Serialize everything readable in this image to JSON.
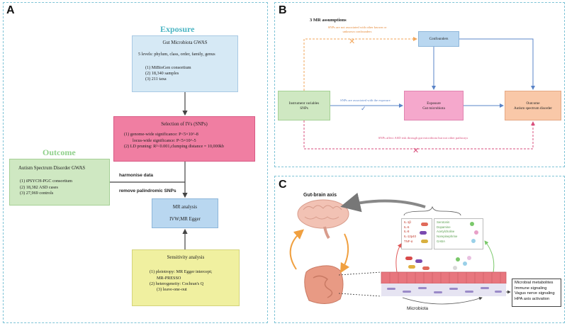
{
  "panels": {
    "a": "A",
    "b": "B",
    "c": "C"
  },
  "a": {
    "exposure_title": "Exposure",
    "gut": {
      "title": "Gut Microbiota GWAS",
      "levels": "5 levels: phylum, class, order, family, genus",
      "items": [
        "(1) MiBioGen consortium",
        "(2) 18,340 samples",
        "(3) 211 taxa"
      ]
    },
    "selection": {
      "title": "Selection of IVs (SNPs)",
      "items": [
        "(1) genome-wide significance: P<5×10^-8",
        "locus-wide significance: P<5×10^-5",
        "(2) LD pruning: R²<0.001,clumping distance = 10,000kb"
      ]
    },
    "outcome_title": "Outcome",
    "asd": {
      "title": "Autism Spectrum Disorder GWAS",
      "items": [
        "(1) iPSYCH-PGC consortium",
        "(2) 18,382 ASD cases",
        "(3) 27,969 controls"
      ]
    },
    "harmonise": "harmonise data",
    "remove": "remove palindromic SNPs",
    "mr": {
      "title": "MR analysis",
      "methods": "IVW;MR Egger"
    },
    "sensitivity": {
      "title": "Sensitivity analysis",
      "items": [
        "(1) pleiotropy: MR Egger intercept;",
        "MR-PRESSO",
        "(2) heterogeneity: Cochran's Q",
        "(3) leave-one-out"
      ]
    },
    "colors": {
      "exposure": "#4db6c4",
      "outcome": "#8fd08a",
      "gut_bg": "#d6e9f5",
      "selection_bg": "#f07ea2",
      "asd_bg": "#cfe8c2",
      "mr_bg": "#b9d7f0",
      "sens_bg": "#f0f0a0"
    }
  },
  "b": {
    "title": "3 MR assumptions",
    "confounders_note": "SNPs are not associated with other known or unknown confounders",
    "confounders": "Confounders",
    "iv": [
      "Instrument variables",
      "SNPs"
    ],
    "iv_exposure_note": "SNPs are associated with the exposure",
    "exposure": [
      "Exposure",
      "Gut microbiota"
    ],
    "outcome": [
      "Outcome",
      "Autism spectrum disorder"
    ],
    "bottom_note": "SNPs affect ASD risk through gut microbiota but not other pathways",
    "colors": {
      "iv_bg": "#cfe8c2",
      "confounders_bg": "#b9d7f0",
      "exposure_bg": "#f5a8cc",
      "outcome_bg": "#f9c8a8",
      "dashed_orange": "#f2a65a",
      "dashed_pink": "#d94f7c",
      "arrow_blue": "#5a84c8"
    }
  },
  "c": {
    "gut_brain": "Gut-brain axis",
    "cytokines": [
      "IL-1β",
      "IL-6",
      "IL-8",
      "IL-12p40",
      "TNF-α"
    ],
    "neuro": [
      "Serotonin",
      "Dopamine",
      "Acetylcholine",
      "Norepinephrine",
      "GABA"
    ],
    "mechanisms": [
      "Microbial metabolites",
      "Immune signaling",
      "Vagus nerve signaling",
      "HPA axis activation"
    ],
    "microbiota": "Microbiota",
    "icons": [
      "brain-icon",
      "intestine-icon"
    ],
    "colors": {
      "brain": "#f2c2b4",
      "intestine": "#e89a84",
      "epithelium": "#e8767e",
      "orange_arrow": "#f0a040",
      "grey_arrow": "#888888"
    }
  }
}
